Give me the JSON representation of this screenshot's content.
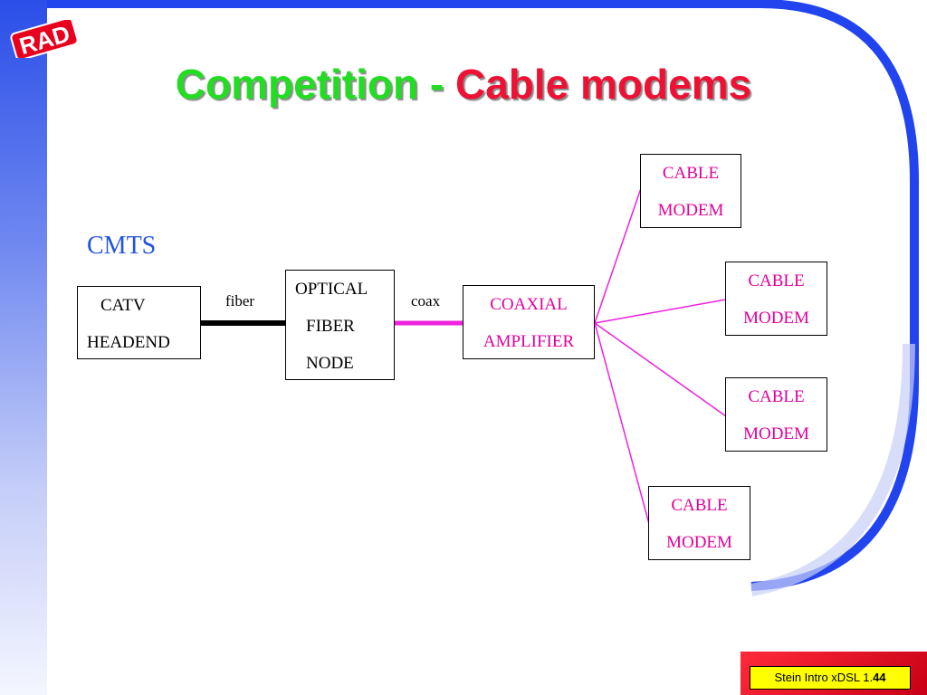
{
  "logo": {
    "text": "RAD",
    "color": "#e8001e"
  },
  "title": {
    "part1": "Competition - ",
    "part2": "Cable modems"
  },
  "cmts_label": "CMTS",
  "nodes": {
    "headend": {
      "line1": "CATV",
      "line2": "HEADEND"
    },
    "optical_node": {
      "line1": "OPTICAL",
      "line2": "FIBER",
      "line3": "NODE"
    },
    "amplifier": {
      "line1": "COAXIAL",
      "line2": "AMPLIFIER"
    },
    "modems": [
      {
        "line1": "CABLE",
        "line2": "MODEM"
      },
      {
        "line1": "CABLE",
        "line2": "MODEM"
      },
      {
        "line1": "CABLE",
        "line2": "MODEM"
      },
      {
        "line1": "CABLE",
        "line2": "MODEM"
      }
    ]
  },
  "links": {
    "fiber": "fiber",
    "coax": "coax"
  },
  "colors": {
    "fiber_line": "#000000",
    "coax_line": "#ee22dd",
    "magenta_text": "#e0009a",
    "cmts": "#2255dd"
  },
  "footer": {
    "text": "Stein Intro xDSL 1.",
    "page": "44"
  }
}
